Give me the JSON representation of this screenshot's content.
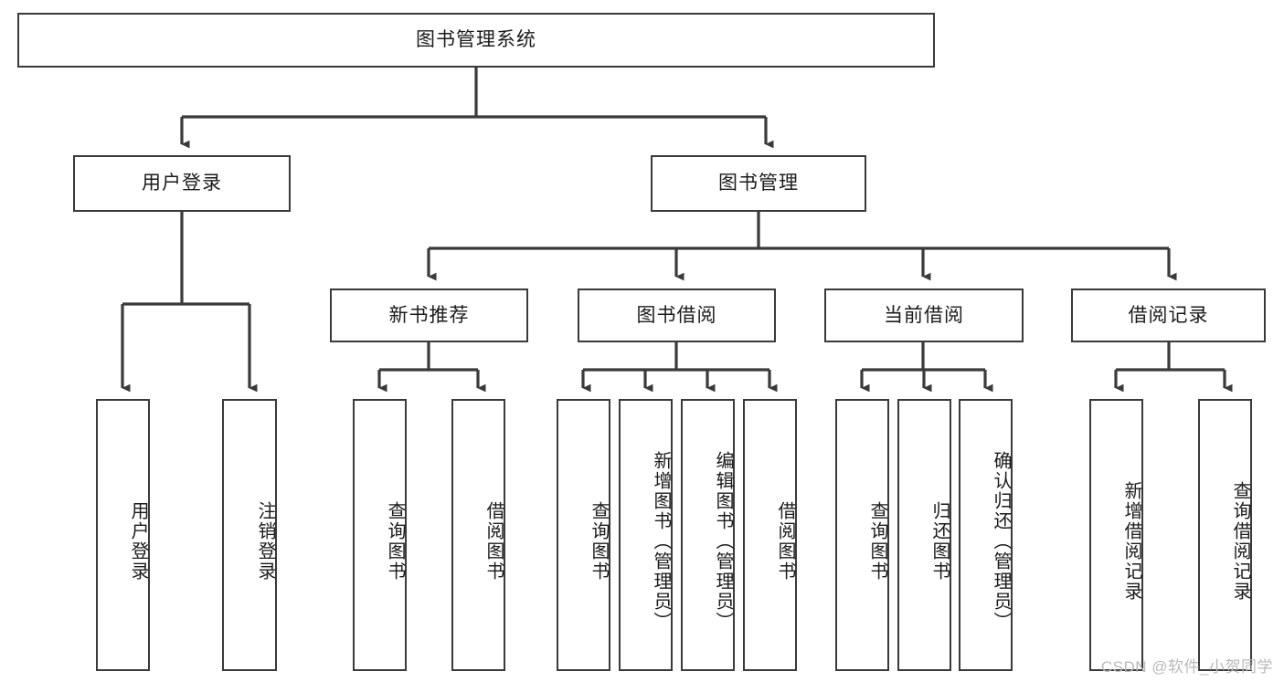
{
  "diagram": {
    "title": "图书管理系统",
    "watermark": "CSDN @软件_小贺同学",
    "root": {
      "label": "图书管理系统"
    },
    "level2": [
      {
        "label": "用户登录"
      },
      {
        "label": "图书管理"
      }
    ],
    "level3": [
      {
        "label": "新书推荐"
      },
      {
        "label": "图书借阅"
      },
      {
        "label": "当前借阅"
      },
      {
        "label": "借阅记录"
      }
    ],
    "leaves": {
      "user_login": [
        {
          "label": "用户登录"
        },
        {
          "label": "注销登录"
        }
      ],
      "new_book": [
        {
          "label": "查询图书"
        },
        {
          "label": "借阅图书"
        }
      ],
      "book_borrow": [
        {
          "label": "查询图书"
        },
        {
          "label": "新增图书（管理员）"
        },
        {
          "label": "编辑图书（管理员）"
        },
        {
          "label": "借阅图书"
        }
      ],
      "current_borrow": [
        {
          "label": "查询图书"
        },
        {
          "label": "归还图书"
        },
        {
          "label": "确认归还（管理员）"
        }
      ],
      "borrow_record": [
        {
          "label": "新增借阅记录"
        },
        {
          "label": "查询借阅记录"
        }
      ]
    },
    "colors": {
      "stroke": "#3a3a3a",
      "background": "#ffffff",
      "text": "#1b1b1b",
      "watermark": "#b9b9b9"
    }
  }
}
